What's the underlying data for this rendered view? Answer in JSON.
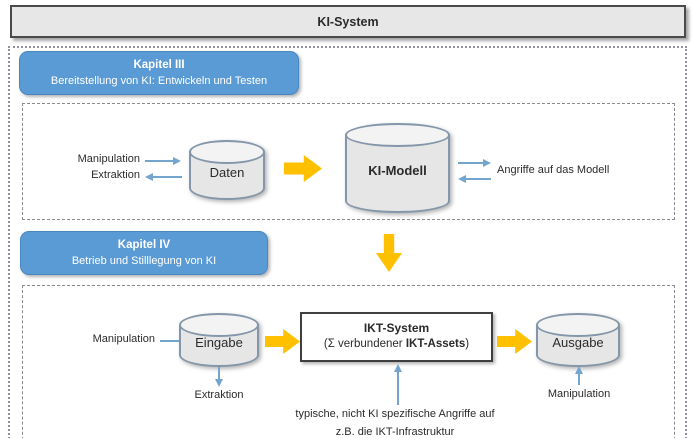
{
  "header": {
    "title": "KI-System"
  },
  "kapitel3": {
    "title": "Kapitel III",
    "subtitle": "Bereitstellung von KI: Entwickeln und Testen"
  },
  "kapitel4": {
    "title": "Kapitel IV",
    "subtitle": "Betrieb und Stilllegung von KI"
  },
  "row1": {
    "manipulation_label": "Manipulation",
    "extraktion_label": "Extraktion",
    "daten_label": "Daten",
    "ki_modell_label": "KI-Modell",
    "angriffe_label": "Angriffe auf das Modell"
  },
  "row2": {
    "manipulation_in_label": "Manipulation",
    "eingabe_label": "Eingabe",
    "extraktion_label": "Extraktion",
    "ikt": {
      "title": "IKT-System",
      "subtitle_prefix": "(Σ verbundener ",
      "subtitle_bold": "IKT-Assets",
      "subtitle_suffix": ")"
    },
    "ausgabe_label": "Ausgabe",
    "manipulation_out_label": "Manipulation",
    "bottom_note_line1": "typische, nicht KI spezifische Angriffe auf",
    "bottom_note_line2": "z.B. die IKT-Infrastruktur"
  },
  "colors": {
    "chapter_blue": "#5B9BD5",
    "arrow_blue": "#74A5CE",
    "block_arrow_yellow": "#FFC000",
    "cylinder_border": "#8496A9",
    "cylinder_fill": "#E6E6E6",
    "header_fill": "#E7E7E7"
  }
}
